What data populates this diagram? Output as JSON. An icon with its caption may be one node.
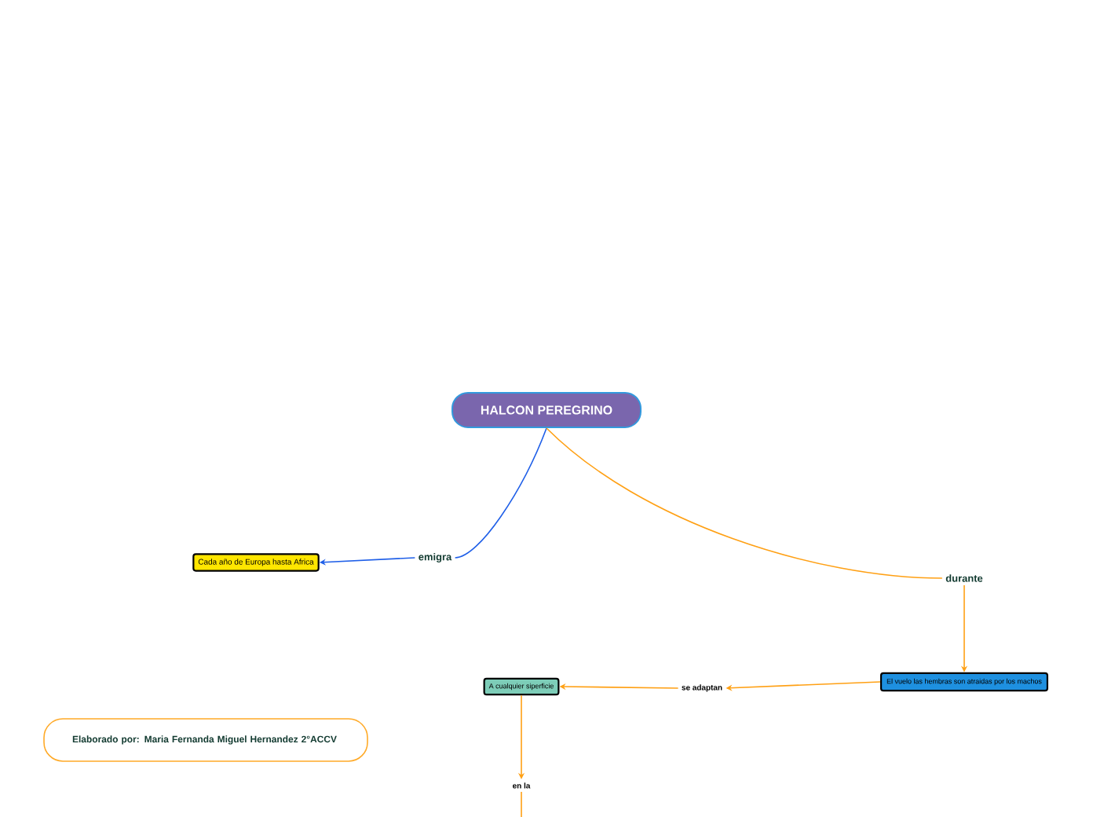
{
  "diagram": {
    "nodes": [
      {
        "text": [
          "HALCON PEREGRINO"
        ]
      },
      {
        "text": [
          "emigra"
        ]
      },
      {
        "text": [
          "Cada año de Europa hasta Africa"
        ]
      },
      {
        "text": [
          "durante"
        ]
      },
      {
        "text": [
          "El vuelo las hembras son atraidas por los machos"
        ]
      },
      {
        "text": [
          "se adaptan"
        ]
      },
      {
        "text": [
          "A cualquier siperficie"
        ]
      },
      {
        "text": [
          "en la"
        ]
      },
      {
        "text": [
          "Elaborado por: Maria Fernanda Miguel Hernandez 2°ACCV"
        ]
      }
    ],
    "edges": [
      {
        "from": 0,
        "to": 1,
        "arrow": "none",
        "color": "#1f5fe8"
      },
      {
        "from": 1,
        "to": 2,
        "arrow": "to",
        "color": "#1f5fe8"
      },
      {
        "from": 0,
        "to": 3,
        "arrow": "none"
      },
      {
        "from": 3,
        "to": 4,
        "arrow": "to"
      },
      {
        "from": 4,
        "to": 5,
        "arrow": "to"
      },
      {
        "from": 5,
        "to": 6,
        "arrow": "to"
      },
      {
        "from": 6,
        "to": 7,
        "arrow": "to"
      },
      {
        "from": 7,
        "to": null,
        "arrow": "none"
      }
    ]
  }
}
